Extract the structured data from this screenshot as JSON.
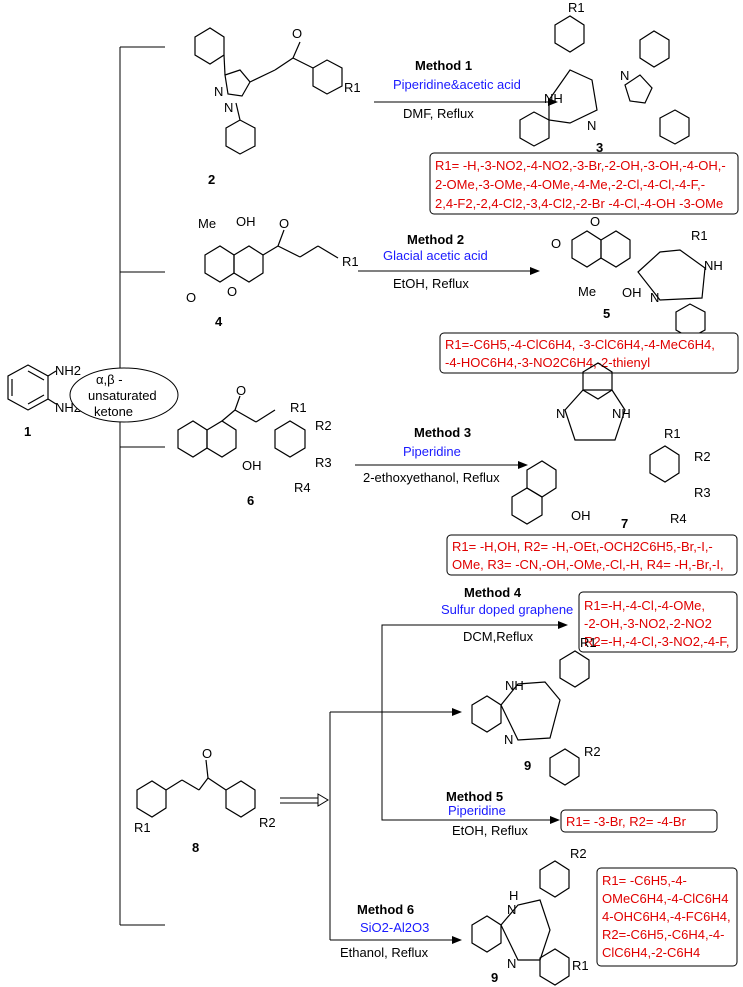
{
  "center": {
    "reactant_number": "1",
    "nh2_top": "NH2",
    "nh2_bottom": "NH2",
    "plus": "+",
    "ellipse_line1": "α,β -",
    "ellipse_line2": "unsaturated",
    "ellipse_line3": "ketone"
  },
  "methods": [
    {
      "title": "Method 1",
      "reagent": "Piperidine&acetic acid",
      "conditions": "DMF, Reflux",
      "reactant_number": "2",
      "product_number": "3",
      "substituents": [
        "R1= -H,-3-NO2,-4-NO2,-3-Br,-2-OH,-3-OH,-4-OH,-",
        "2-OMe,-3-OMe,-4-OMe,-4-Me,-2-Cl,-4-Cl,-4-F,-",
        "2,4-F2,-2,4-Cl2,-3,4-Cl2,-2-Br -4-Cl,-4-OH -3-OMe"
      ]
    },
    {
      "title": "Method 2",
      "reagent": "Glacial acetic acid",
      "conditions": "EtOH, Reflux",
      "reactant_number": "4",
      "product_number": "5",
      "substituents": [
        "R1=-C6H5,-4-ClC6H4, -3-ClC6H4,-4-MeC6H4,",
        "-4-HOC6H4,-3-NO2C6H4,-2-thienyl"
      ]
    },
    {
      "title": "Method 3",
      "reagent": "Piperidine",
      "conditions": "2-ethoxyethanol, Reflux",
      "reactant_number": "6",
      "product_number": "7",
      "substituents": [
        "R1= -H,OH, R2= -H,-OEt,-OCH2C6H5,-Br,-I,-",
        "OMe, R3= -CN,-OH,-OMe,-Cl,-H, R4= -H,-Br,-I,"
      ]
    },
    {
      "title": "Method 4",
      "reagent": "Sulfur doped graphene",
      "conditions": "DCM,Reflux",
      "substituents": [
        "R1=-H,-4-Cl,-4-OMe,",
        "-2-OH,-3-NO2,-2-NO2",
        "R2=-H,-4-Cl,-3-NO2,-4-F,"
      ]
    },
    {
      "title": "Method 5",
      "reagent": "Piperidine",
      "conditions": "EtOH, Reflux",
      "substituents": [
        "R1= -3-Br, R2= -4-Br"
      ]
    },
    {
      "title": "Method 6",
      "reagent": "SiO2-Al2O3",
      "conditions": "Ethanol, Reflux",
      "product_number": "9",
      "substituents": [
        "R1= -C6H5,-4-",
        "OMeC6H4,-4-ClC6H4",
        "4-OHC6H4,-4-FC6H4,",
        "R2=-C6H5,-C6H4,-4-",
        "ClC6H4,-2-C6H4"
      ]
    }
  ],
  "chalcone": {
    "reactant_number": "8"
  },
  "benzodiazepine_9": {
    "product_number": "9"
  },
  "atoms": {
    "N": "N",
    "NH": "NH",
    "H": "H",
    "N_H": "N",
    "O": "O",
    "OH": "OH",
    "Me": "Me",
    "R1": "R1",
    "R2": "R2",
    "R3": "R3",
    "R4": "R4"
  },
  "colors": {
    "substituent_text": "#e00000",
    "reagent_text": "#1a1aff",
    "lines": "#000000"
  }
}
